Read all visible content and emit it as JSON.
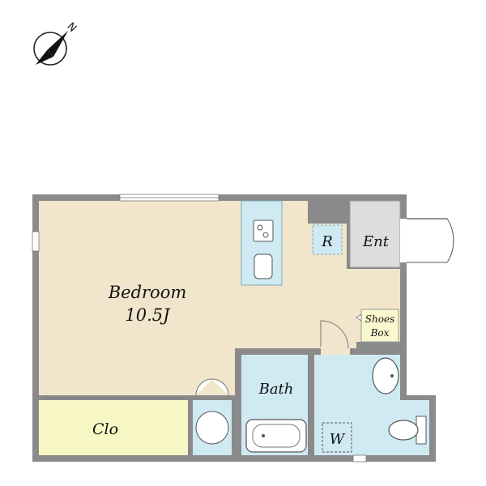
{
  "compass": {
    "label": "N"
  },
  "rooms": {
    "bedroom": {
      "name": "Bedroom",
      "size": "10.5J"
    },
    "closet": {
      "name": "Clo"
    },
    "bath": {
      "name": "Bath"
    },
    "refrigerator": {
      "name": "R"
    },
    "entrance": {
      "name": "Ent"
    },
    "shoes_box": {
      "line1": "Shoes",
      "line2": "Box"
    },
    "washer": {
      "name": "W"
    }
  },
  "colors": {
    "wall": "#8a8a8a",
    "bedroom_floor": "#f1e6cb",
    "wet_area": "#cfeaf2",
    "closet_floor": "#f7f7c6",
    "entrance_floor": "#dddddd",
    "shoes_box": "#fbf7cf"
  }
}
